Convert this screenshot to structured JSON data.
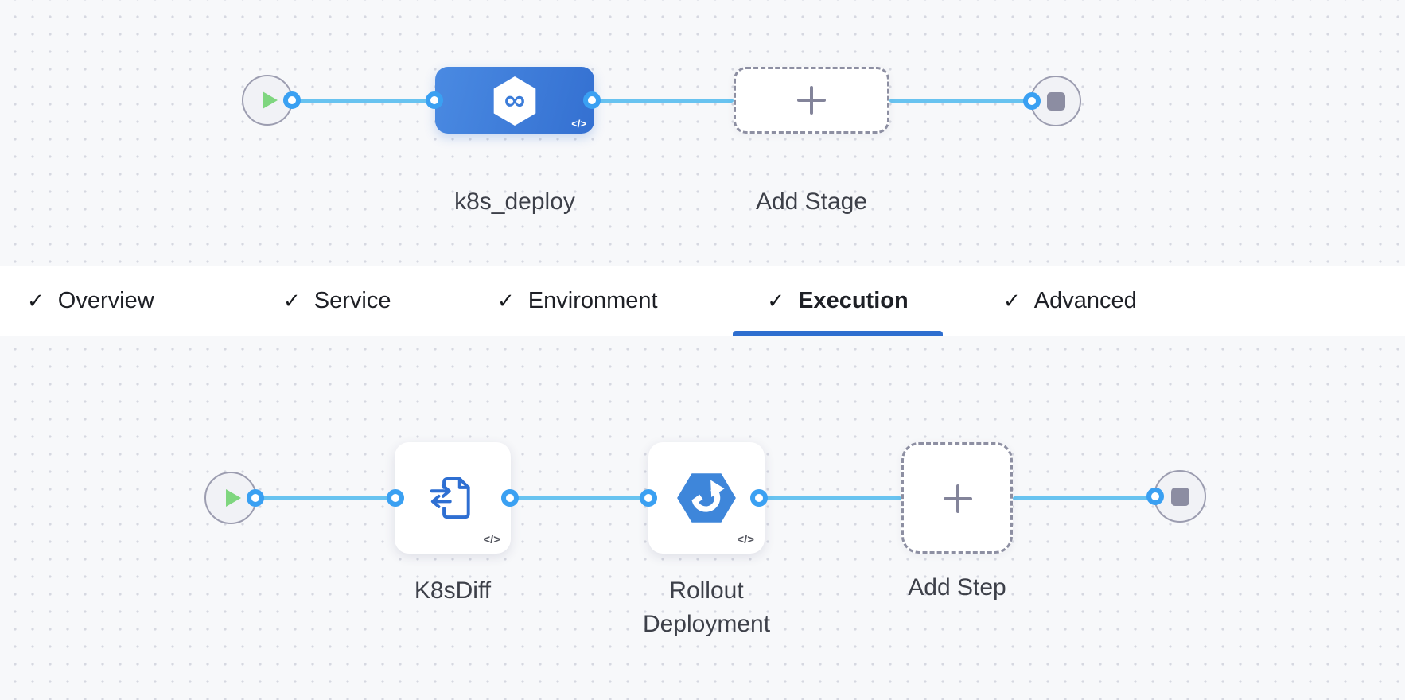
{
  "icons": {
    "check": "✓",
    "infinity": "∞",
    "code": "</>"
  },
  "colors": {
    "canvas_bg": "#f7f8fa",
    "grid_dot": "#d6d8e1",
    "connector_blue": "#68c3f0",
    "port_ring_blue": "#3aa0f2",
    "play_green": "#7fd67f",
    "stage_blue": "#3470d1",
    "icon_blue": "#2e6fd2",
    "rollout_hex_blue": "#3e86da",
    "active_tab_underline": "#2e6ecf",
    "dashed_border_gray": "#8d8fa2",
    "label_gray": "#3d4049"
  },
  "stage_graph": {
    "stage_label": "k8s_deploy",
    "add_stage_label": "Add Stage"
  },
  "tabs": [
    {
      "label": "Overview",
      "checked": true,
      "active": false
    },
    {
      "label": "Service",
      "checked": true,
      "active": false
    },
    {
      "label": "Environment",
      "checked": true,
      "active": false
    },
    {
      "label": "Execution",
      "checked": true,
      "active": true
    },
    {
      "label": "Advanced",
      "checked": true,
      "active": false
    }
  ],
  "execution_graph": {
    "step1_label": "K8sDiff",
    "step2_label": "Rollout Deployment",
    "add_step_label": "Add Step"
  }
}
